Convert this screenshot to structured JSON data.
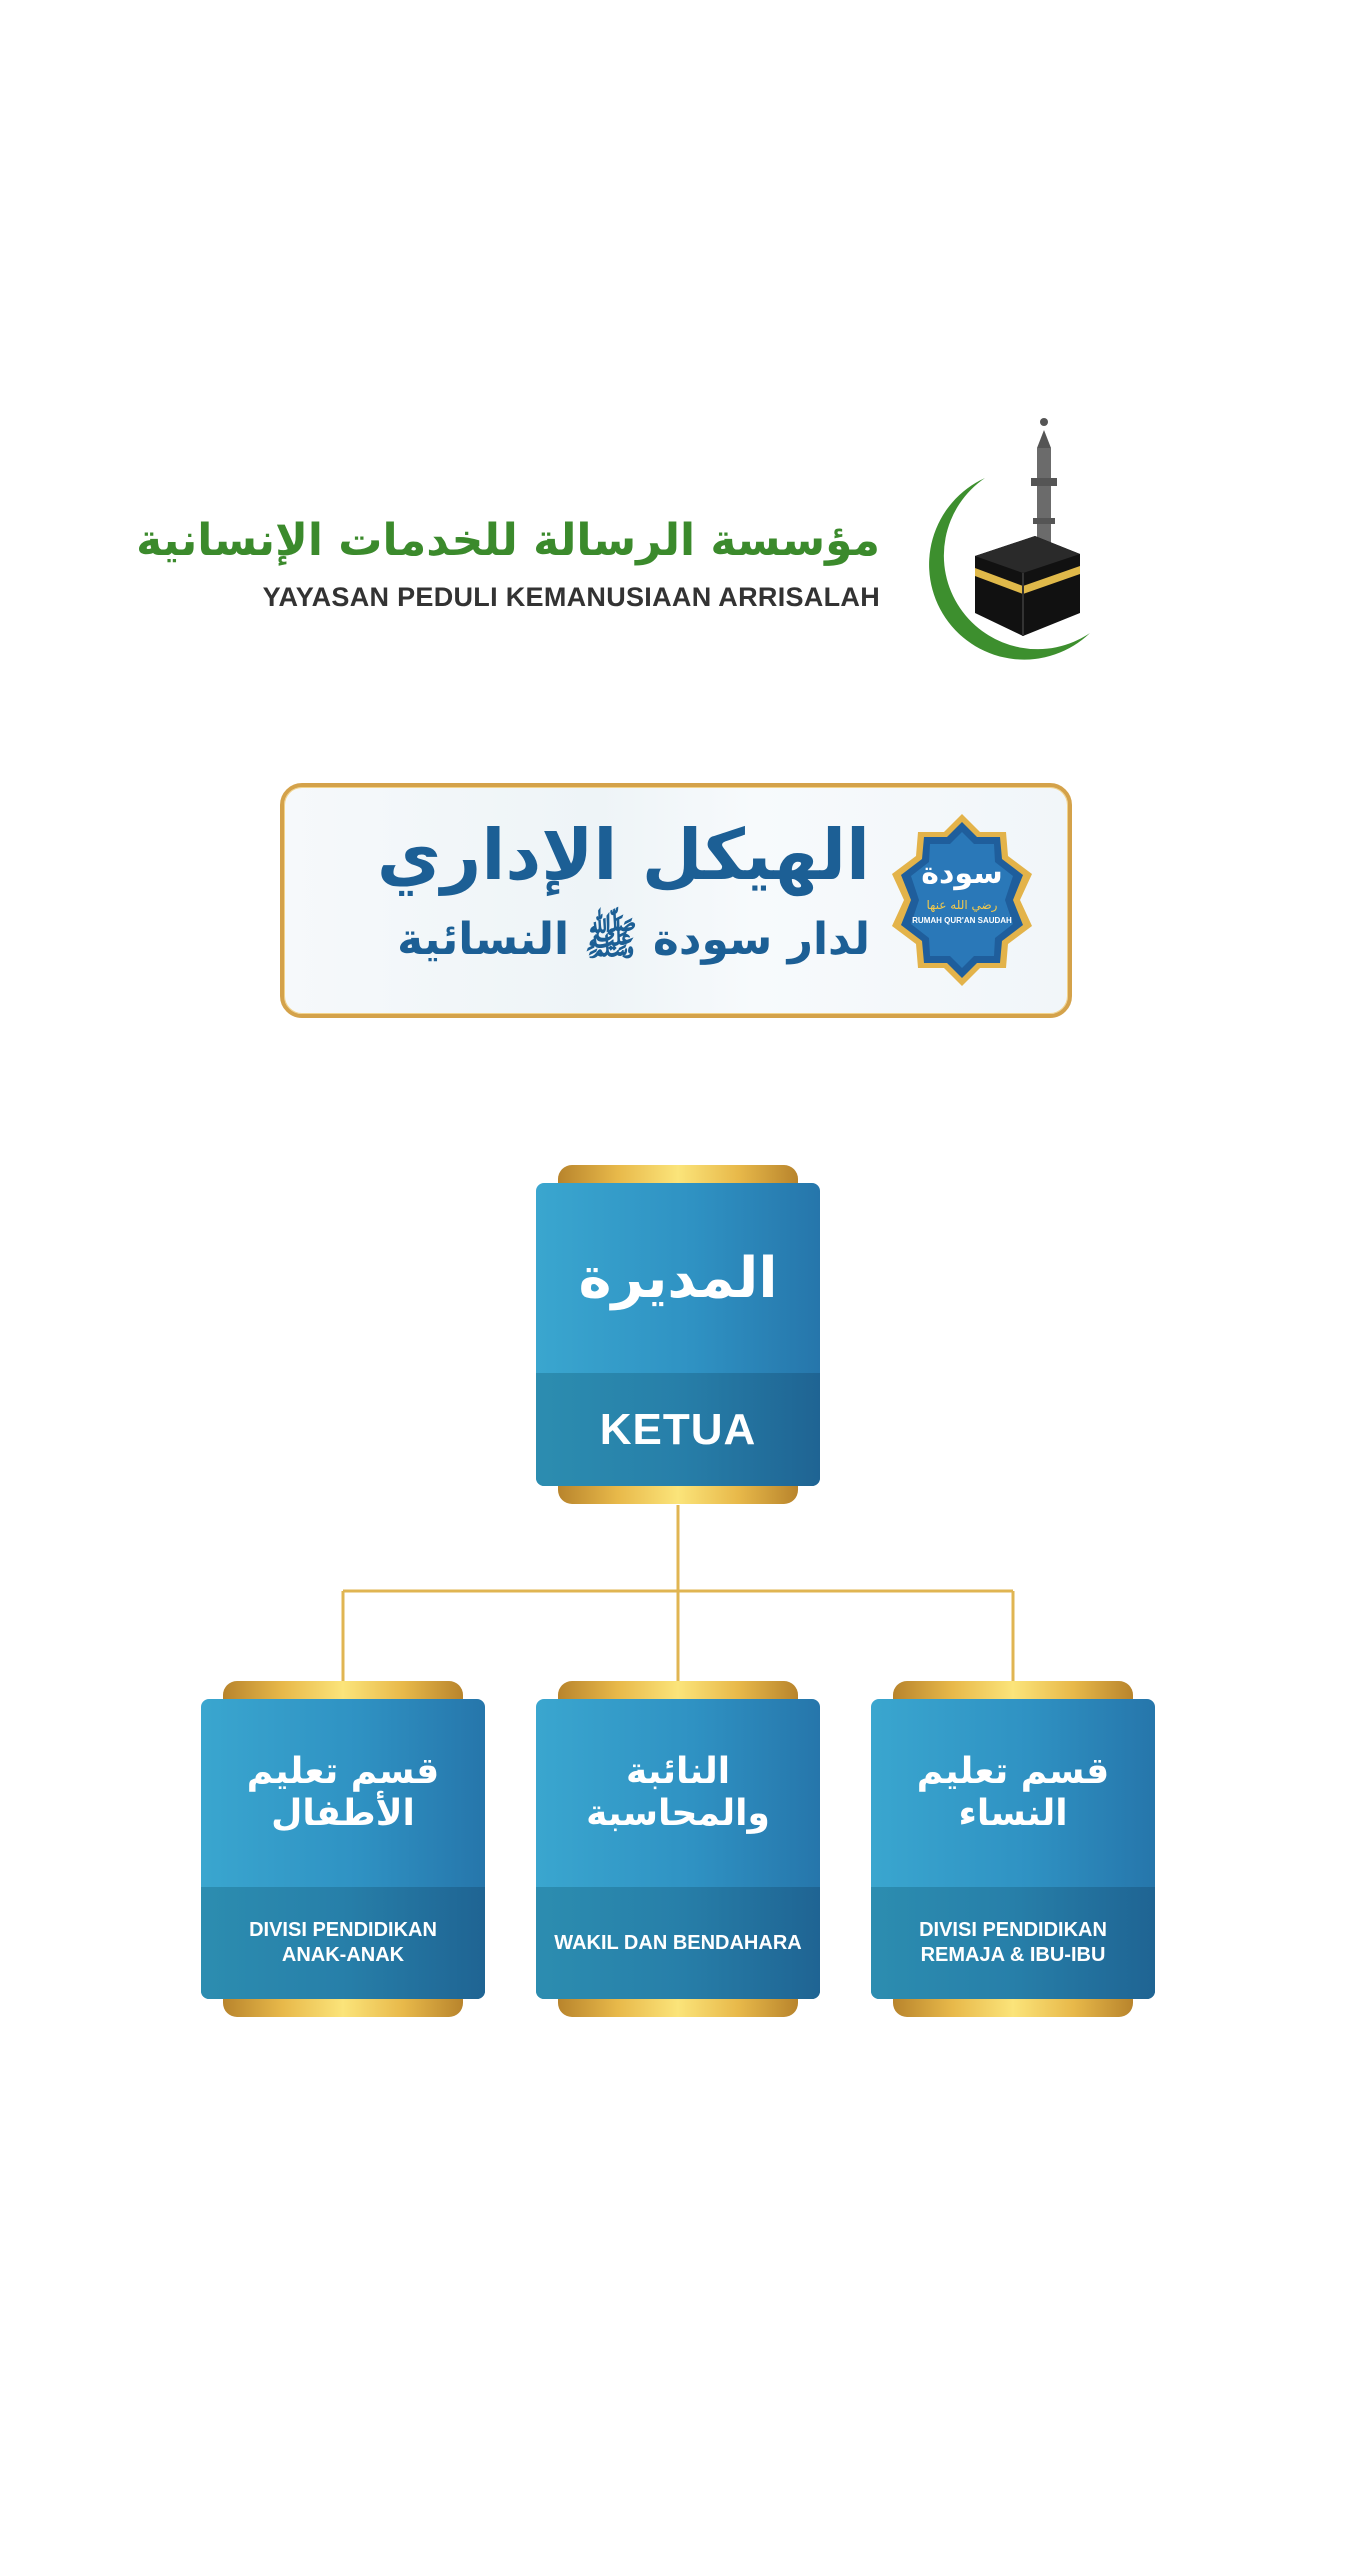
{
  "header": {
    "org_name_arabic": "مؤسسة الرسالة للخدمات الإنسانية",
    "org_name_latin": "YAYASAN PEDULI KEMANUSIAAN ARRISALAH"
  },
  "banner": {
    "title": "الهيكل الإداري",
    "subtitle": "لدار سودة ﷺ النسائية",
    "badge": {
      "name_arabic": "سودة",
      "honorific": "رضي الله عنها",
      "name_latin": "RUMAH QUR'AN SAUDAH"
    }
  },
  "chart": {
    "director": {
      "arabic": "المديرة",
      "latin": "KETUA"
    },
    "divisions": [
      {
        "key": "children",
        "arabic": "قسم تعليم الأطفال",
        "latin": "DIVISI PENDIDIKAN ANAK-ANAK"
      },
      {
        "key": "deputy",
        "arabic": "النائبة والمحاسبة",
        "latin": "WAKIL DAN BENDAHARA"
      },
      {
        "key": "women",
        "arabic": "قسم تعليم النساء",
        "latin": "DIVISI PENDIDIKAN REMAJA & IBU-IBU"
      }
    ]
  },
  "colors": {
    "brand_green": "#3b8a2c",
    "title_blue": "#1c5f95",
    "panel_blue": "#2f92c3",
    "gold": "#e8b94a"
  }
}
